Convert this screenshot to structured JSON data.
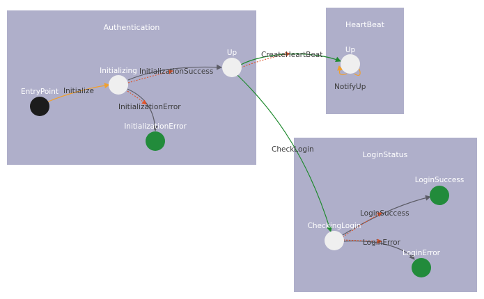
{
  "regions": {
    "authentication": "Authentication",
    "heartbeat": "HeartBeat",
    "loginstatus": "LoginStatus"
  },
  "states": {
    "entry_point": "EntryPoint",
    "initializing": "Initializing",
    "up_auth": "Up",
    "initialization_error": "InitializationError",
    "up_heartbeat": "Up",
    "checking_login": "CheckingLogin",
    "login_success": "LoginSuccess",
    "login_error": "LoginError"
  },
  "transitions": {
    "initialize": "Initialize",
    "initialization_success": "InitializationSuccess",
    "initialization_error": "InitializationError",
    "create_heartbeat": "CreateHeartBeat",
    "notify_up": "NotifyUp",
    "check_login": "CheckLogin",
    "login_success": "LoginSuccess",
    "login_error": "LoginError"
  },
  "colors": {
    "region": "#afafca",
    "state": "#efefef",
    "entry": "#1c1c1c",
    "final": "#228b3b",
    "edge_dark": "#5c5c66",
    "edge_green": "#1f8a2e",
    "edge_orange": "#f0a030",
    "edge_dotted": "#e0532a"
  }
}
